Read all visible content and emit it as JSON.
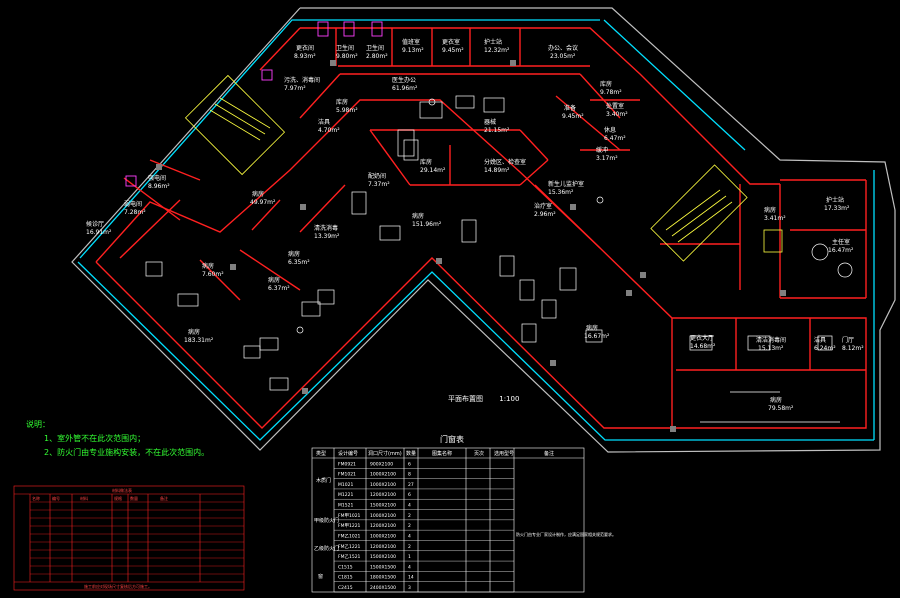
{
  "plan_title": "平面布置图",
  "plan_scale": "1:100",
  "notes": {
    "heading": "说明：",
    "items": [
      "1、室外管不在此次范围内；",
      "2、防火门由专业施构安装，不在此次范围内。"
    ]
  },
  "door_table": {
    "title": "门窗表",
    "headers": [
      "类型",
      "设计编号",
      "洞口尺寸(mm)",
      "数量",
      "图集名称",
      "页次",
      "选用型号",
      "备注"
    ],
    "groups": [
      "木质门",
      "甲级防火门",
      "乙级防火门",
      "窗"
    ],
    "rows": [
      [
        "FM0921",
        "900X2100",
        "6"
      ],
      [
        "FM1021",
        "1000X2100",
        "8"
      ],
      [
        "M1021",
        "1000X2100",
        "27"
      ],
      [
        "M1221",
        "1200X2100",
        "6"
      ],
      [
        "M1521",
        "1500X2100",
        "4"
      ],
      [
        "FM甲1021",
        "1000X2100",
        "2"
      ],
      [
        "FM甲1221",
        "1200X2100",
        "2"
      ],
      [
        "FM乙1021",
        "1000X2100",
        "4"
      ],
      [
        "FM乙1221",
        "1200X2100",
        "2"
      ],
      [
        "FM乙1521",
        "1500X2100",
        "1"
      ],
      [
        "C1515",
        "1500X1500",
        "4"
      ],
      [
        "C1815",
        "1800X1500",
        "14"
      ],
      [
        "C2415",
        "2400X1500",
        "3"
      ]
    ],
    "remark": "防火门由专业厂家设计制作，应满足国家相关规范要求。"
  },
  "rooms": [
    {
      "name": "更衣间",
      "area": "8.93m²"
    },
    {
      "name": "卫生间",
      "area": "9.80m²"
    },
    {
      "name": "卫生间",
      "area": "2.80m²"
    },
    {
      "name": "值班室",
      "area": "9.13m²"
    },
    {
      "name": "更衣室",
      "area": "9.45m²"
    },
    {
      "name": "护士站",
      "area": "12.32m²"
    },
    {
      "name": "办公、会议",
      "area": "23.05m²"
    },
    {
      "name": "污洗、消毒间",
      "area": "7.97m²"
    },
    {
      "name": "医生办公",
      "area": "61.96m²"
    },
    {
      "name": "库房",
      "area": "9.78m²"
    },
    {
      "name": "库房",
      "area": "5.98m²"
    },
    {
      "name": "洁具",
      "area": "4.70m²"
    },
    {
      "name": "准备",
      "area": "9.45m²"
    },
    {
      "name": "处置室",
      "area": "3.40m²"
    },
    {
      "name": "器械",
      "area": "21.15m²"
    },
    {
      "name": "休息",
      "area": "6.47m²"
    },
    {
      "name": "缓冲",
      "area": "3.17m²"
    },
    {
      "name": "强电间",
      "area": "8.96m²"
    },
    {
      "name": "库房",
      "area": "29.14m²"
    },
    {
      "name": "分娩区、检查室",
      "area": "14.89m²"
    },
    {
      "name": "配奶间",
      "area": "7.37m²"
    },
    {
      "name": "新生儿监护室",
      "area": "15.36m²"
    },
    {
      "name": "弱电间",
      "area": "7.28m²"
    },
    {
      "name": "病房",
      "area": "49.97m²"
    },
    {
      "name": "治疗室",
      "area": "2.96m²"
    },
    {
      "name": "病房",
      "area": "151.96m²"
    },
    {
      "name": "候诊厅",
      "area": "16.91m²"
    },
    {
      "name": "清洗消毒",
      "area": "13.39m²"
    },
    {
      "name": "病房",
      "area": "6.35m²"
    },
    {
      "name": "病房",
      "area": "7.60m²"
    },
    {
      "name": "病房",
      "area": "6.37m²"
    },
    {
      "name": "病房",
      "area": "3.41m²"
    },
    {
      "name": "护士站",
      "area": "17.33m²"
    },
    {
      "name": "主任室",
      "area": "16.47m²"
    },
    {
      "name": "病房",
      "area": "183.31m²"
    },
    {
      "name": "病房",
      "area": "16.67m²"
    },
    {
      "name": "更衣大厅",
      "area": "14.68m²"
    },
    {
      "name": "清洁消毒间",
      "area": "15.13m²"
    },
    {
      "name": "洁具",
      "area": "6.24m²"
    },
    {
      "name": "门厅",
      "area": "8.12m²"
    },
    {
      "name": "病房",
      "area": "79.58m²"
    }
  ],
  "legend_table": {
    "title": "材料做法表",
    "headers": [
      "名称",
      "编号",
      "材料",
      "规格",
      "数量",
      "备注"
    ],
    "footer": "施工前应对现场尺寸复核后方可施工。"
  },
  "colors": {
    "wall": "#ff2020",
    "glass": "#00e0ff",
    "furniture": "#ffffff",
    "stair": "#ffff40",
    "text": "#ffffff",
    "note": "#33ff33",
    "outline": "#c0c0c0",
    "fixture": "#ff40ff"
  }
}
